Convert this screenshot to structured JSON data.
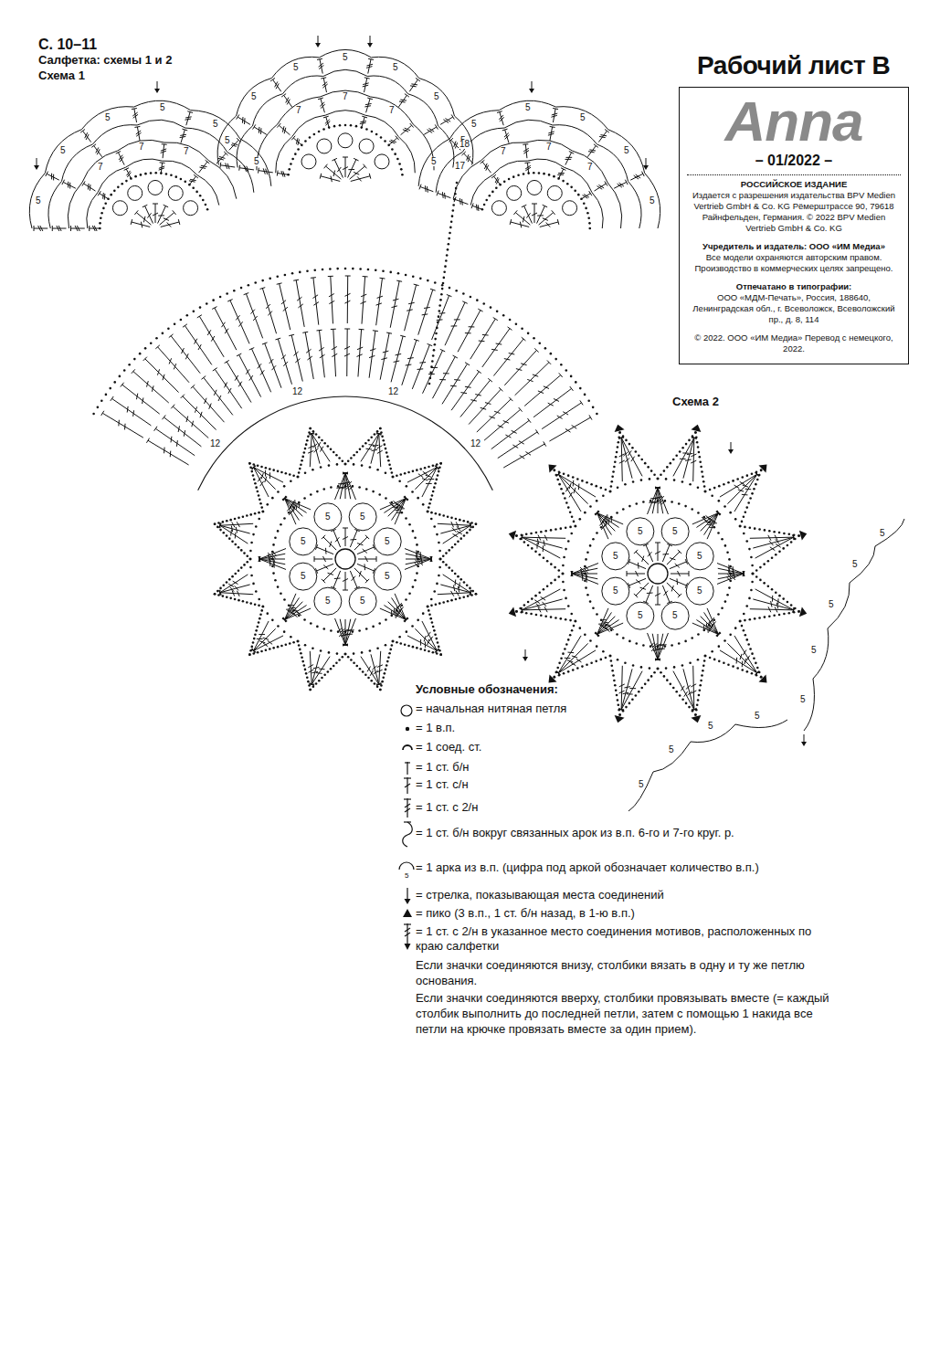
{
  "diagram": {
    "title": "Рабочий лист B",
    "nodes": [
      {
        "text": [
          "Anna",
          "– 01/2022 –",
          "РОССИЙСКОЕ ИЗДАНИЕ",
          "Издается с разрешения издательства BPV Medien Vertrieb GmbH & Co. KG Рёмерштрассе 90, 79618 Райнфельден, Германия. © 2022 BPV Medien Vertrieb GmbH & Co. KG",
          "Учредитель и издатель: ООО «ИМ Медиа»",
          "Все модели охраняются авторским правом. Производство в коммерческих целях запрещено.",
          "Отпечатано в типографии:",
          "ООО «МДМ-Печать», Россия, 188640, Ленинградская обл., г. Всеволожск, Всеволожский пр., д. 8, 114",
          "© 2022. ООО «ИМ Медиа» Перевод с немецкого, 2022."
        ]
      }
    ],
    "labels": [
      "С. 10–11",
      "Салфетка: схемы 1 и 2",
      "Схема 1",
      "Схема 2",
      "Условные обозначения:",
      "Если значки соединяются внизу, столбики вязать в одну и ту же петлю основания.",
      "Если значки соединяются вверху, столбики провязывать вместе (= каждый столбик выполнить до последней петли, затем с помощью 1 накида все петли на крючке провязать вместе за один прием).",
      "5",
      "12",
      "12",
      "12",
      "12",
      "5",
      "5",
      "5",
      "5",
      "5",
      "5",
      "5",
      "5",
      "5",
      "5",
      "5",
      "5",
      "5",
      "5",
      "5",
      "5",
      "5",
      "5",
      "5",
      "7",
      "7",
      "7",
      "7",
      "7",
      "7",
      "7",
      "7",
      "7",
      "5",
      "5",
      "5",
      "5",
      "5",
      "5",
      "5",
      "5",
      "5",
      "5",
      "5",
      "5",
      "5",
      "5",
      "5",
      "5",
      "5",
      "5",
      "5",
      "5",
      "5",
      "5",
      "5",
      "5",
      "5",
      "18",
      "17"
    ],
    "legend": [
      {
        "text": "= начальная нитяная петля"
      },
      {
        "text": "= 1 в.п."
      },
      {
        "text": "= 1 соед. ст."
      },
      {
        "text": "= 1 ст. б/н"
      },
      {
        "text": "= 1 ст. с/н"
      },
      {
        "text": "= 1 ст. с 2/н"
      },
      {
        "text": "= 1 ст. б/н вокруг связанных арок из в.п. 6-го и 7-го круг. р."
      },
      {
        "text": "= 1 арка из в.п. (цифра под аркой обозначает количество в.п.)"
      },
      {
        "text": "= стрелка, показывающая места соединений"
      },
      {
        "text": "= пико (3 в.п., 1 ст. б/н назад, в 1-ю в.п.)"
      },
      {
        "text": "= 1 ст. с 2/н в указанное место соединения мотивов, расположенных по краю салфетки"
      }
    ]
  }
}
